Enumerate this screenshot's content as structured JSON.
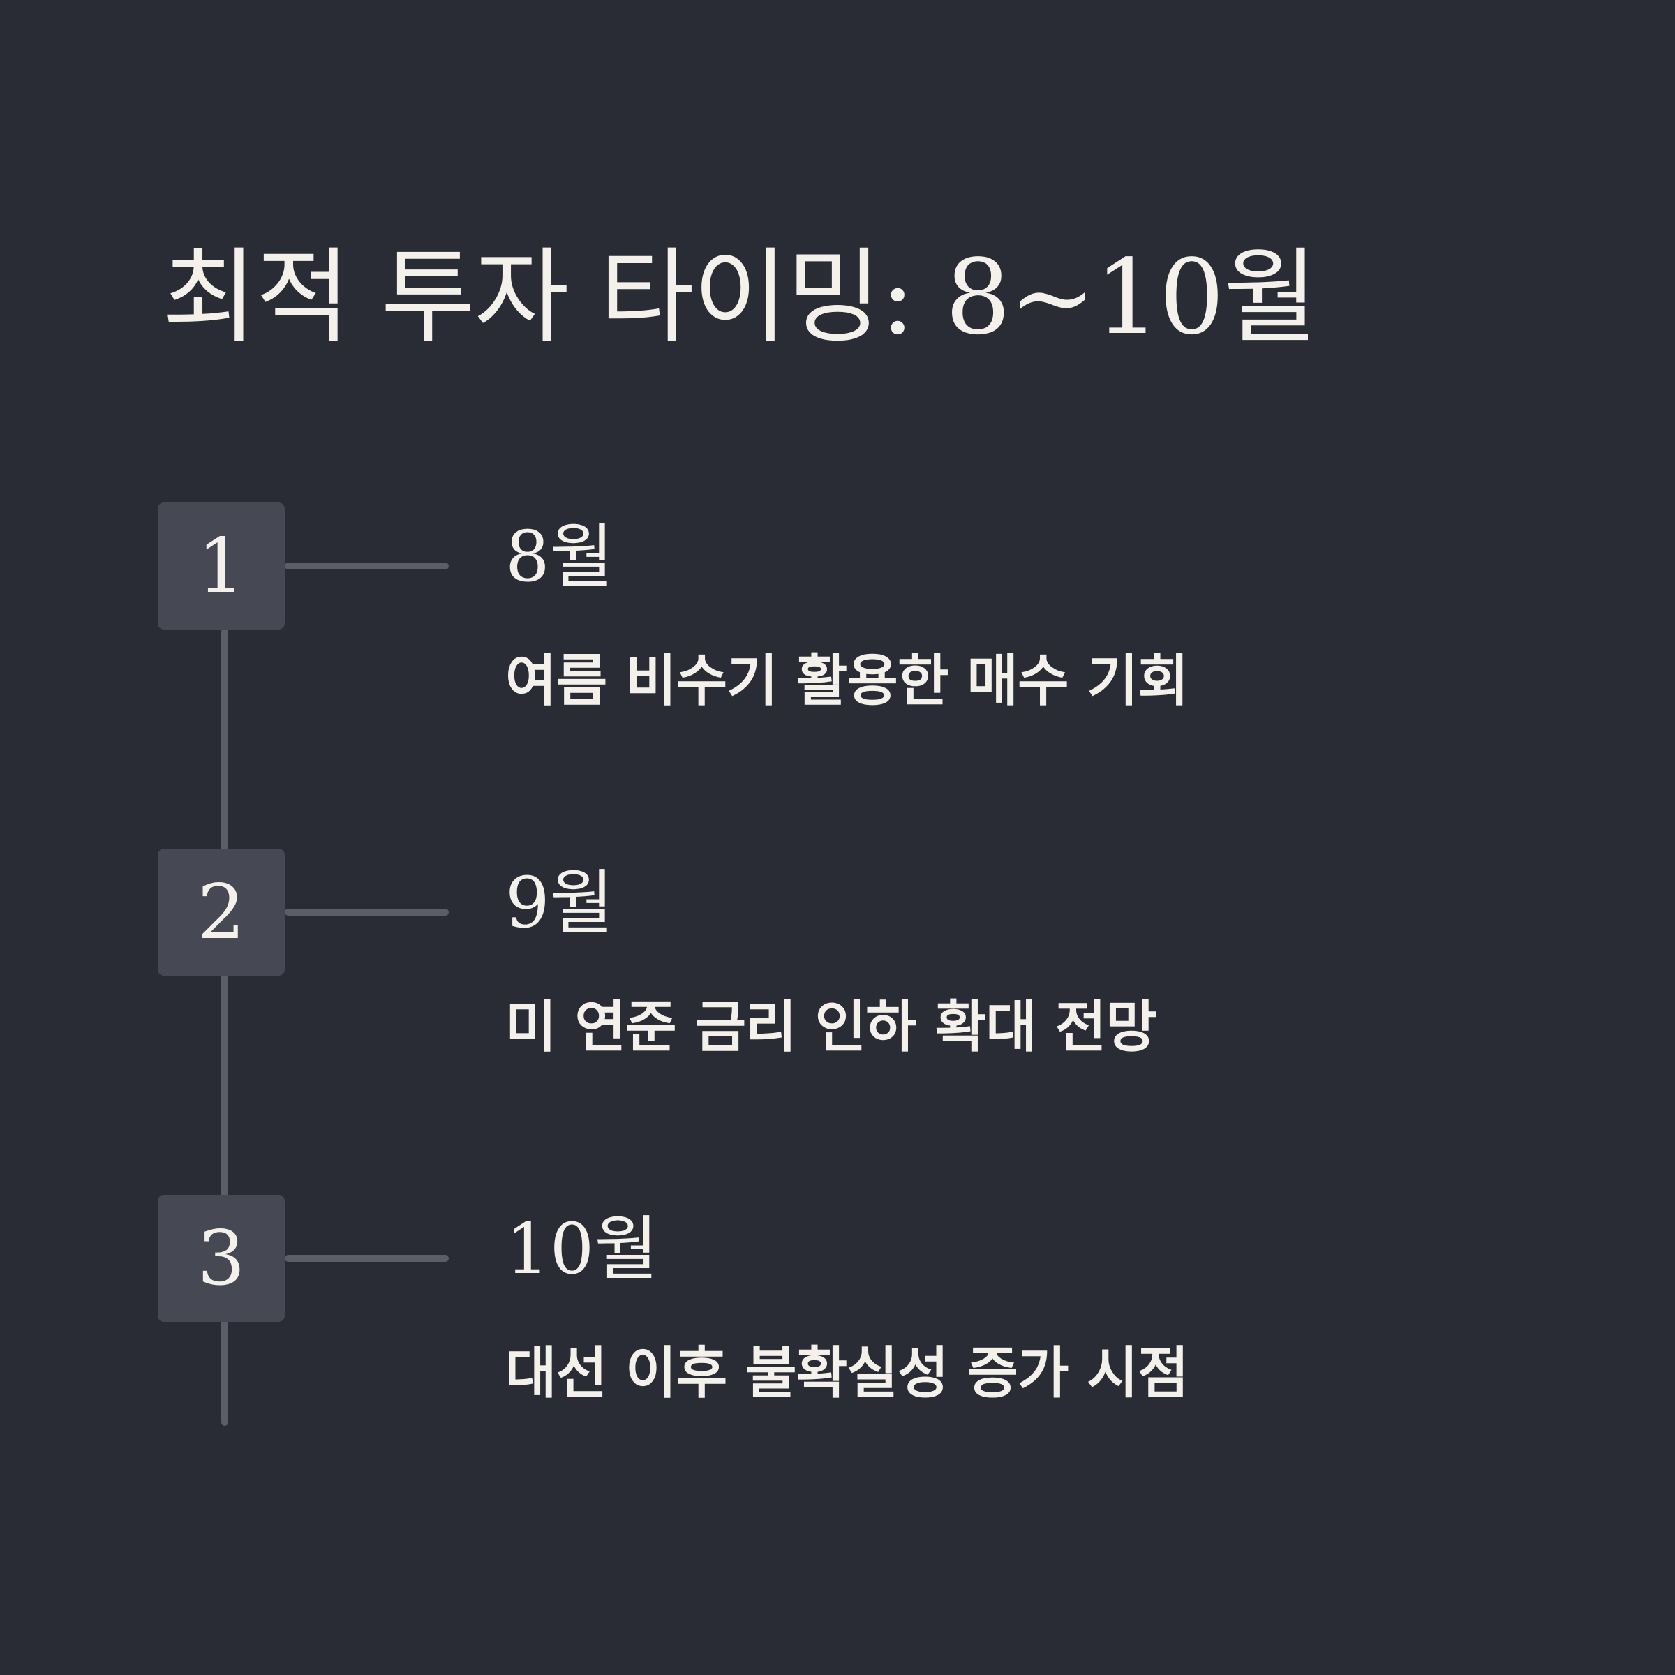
{
  "title": "최적 투자 타이밍: 8~10월",
  "steps": [
    {
      "number": "1",
      "month": "8월",
      "description": "여름 비수기 활용한 매수 기회"
    },
    {
      "number": "2",
      "month": "9월",
      "description": "미 연준 금리 인하 확대 전망"
    },
    {
      "number": "3",
      "month": "10월",
      "description": "대선 이후 불확실성 증가 시점"
    }
  ],
  "colors": {
    "background": "#292c35",
    "box": "#464953",
    "line": "#5b5e68",
    "text": "#f4f1ea"
  }
}
